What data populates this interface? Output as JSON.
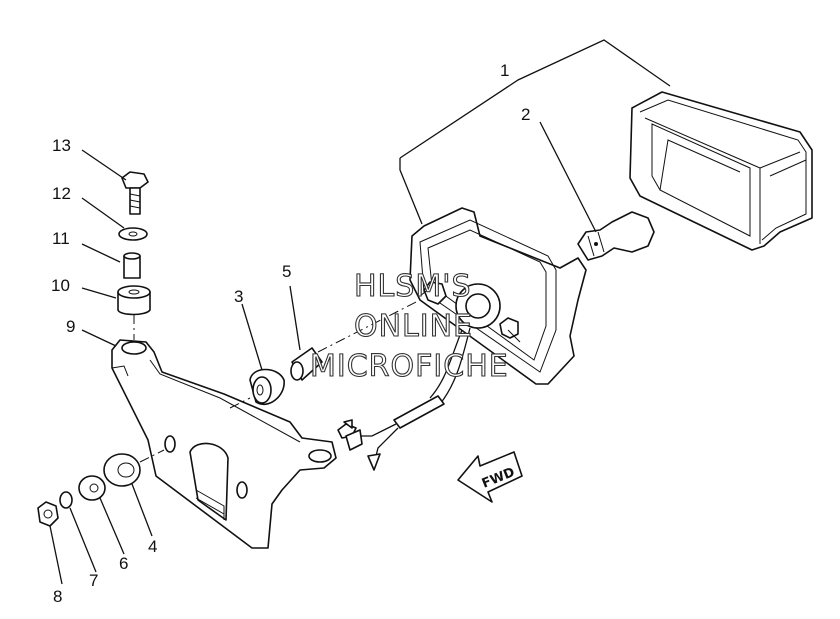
{
  "callouts": [
    "1",
    "2",
    "3",
    "4",
    "5",
    "6",
    "7",
    "8",
    "9",
    "10",
    "11",
    "12",
    "13"
  ],
  "watermark": [
    "HLSM'S",
    "ONLINE",
    "MICROFICHE"
  ],
  "direction_marker": "FWD"
}
